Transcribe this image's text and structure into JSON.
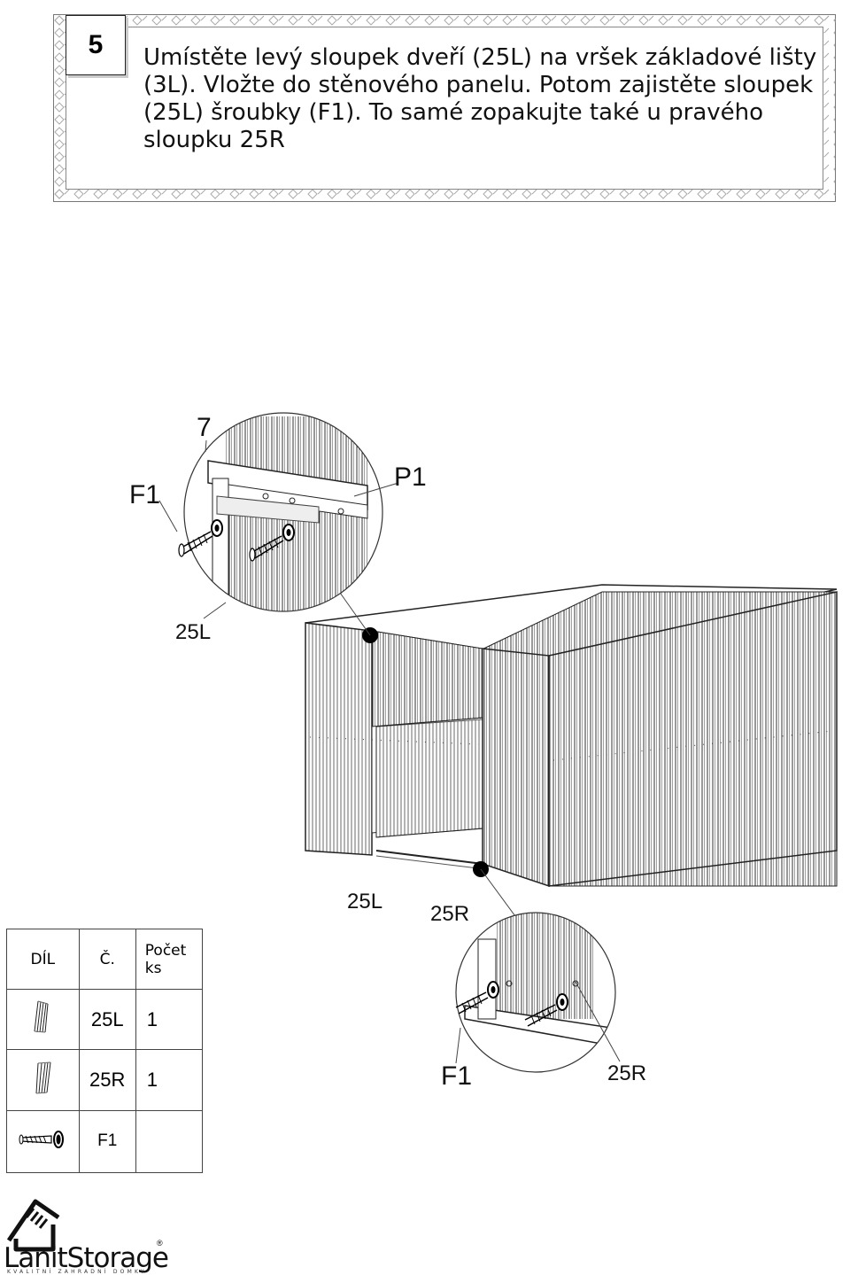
{
  "step": {
    "number": "5"
  },
  "instruction": {
    "text": "Umístěte levý sloupek dveří (25L) na vršek základové lišty (3L). Vložte do stěnového panelu. Potom zajistěte sloupek (25L) šroubky (F1). To samé zopakujte také u pravého sloupku 25R"
  },
  "diagram": {
    "top_detail": {
      "label_panel": "7",
      "label_screw": "F1",
      "label_p": "P1",
      "label_post": "25L"
    },
    "bottom_detail": {
      "label_post_left": "25L",
      "label_post_right": "25R",
      "label_screw": "F1",
      "label_post": "25R"
    }
  },
  "parts_table": {
    "headers": [
      "DÍL",
      "Č.",
      "Počet ks"
    ],
    "rows": [
      {
        "icon": "post-25l-icon",
        "code": "25L",
        "qty": "1"
      },
      {
        "icon": "post-25r-icon",
        "code": "25R",
        "qty": "1"
      },
      {
        "icon": "screw-icon",
        "code": "F1",
        "qty": ""
      }
    ]
  },
  "brand": {
    "name": "LanitStorage",
    "tagline": "KVALITNÍ ZAHRADNÍ DOMKY",
    "registered": "®"
  }
}
